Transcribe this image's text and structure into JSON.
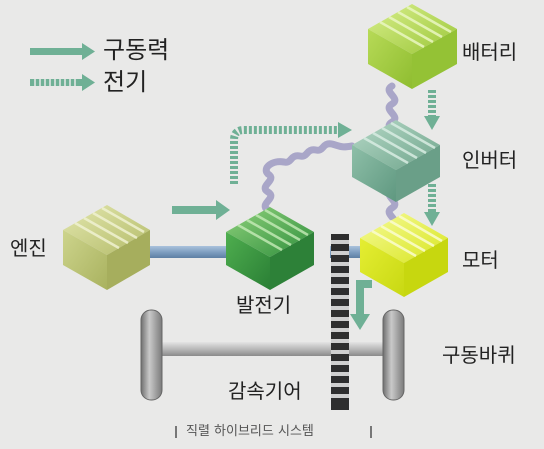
{
  "legend": {
    "drive_force": "구동력",
    "electricity": "전기"
  },
  "components": {
    "battery": "배터리",
    "inverter": "인버터",
    "motor": "모터",
    "engine": "엔진",
    "generator": "발전기",
    "drive_wheel": "구동바퀴",
    "reduction_gear": "감속기어"
  },
  "caption": "직렬 하이브리드 시스템",
  "colors": {
    "background": "#e9e9e8",
    "drive_arrow": "#6fb095",
    "electric_arrow": "#6fb095",
    "cable": "#a9a6c8",
    "shaft_blue": "#7f9fc1",
    "battery_green": "#a6d044",
    "inverter_teal": "#79ad96",
    "motor_yellow": "#e1e92e",
    "engine_olive": "#c8cf86",
    "generator_green": "#3a9e47",
    "gear_dark": "#3a3a3a"
  }
}
